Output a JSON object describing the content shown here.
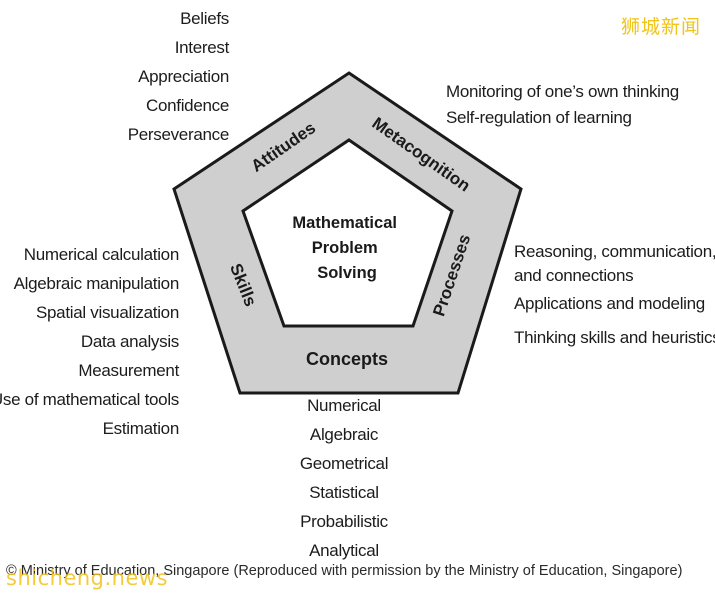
{
  "center_label": [
    "Mathematical",
    "Problem",
    "Solving"
  ],
  "sides": {
    "attitudes": "Attitudes",
    "metacognition": "Metacognition",
    "processes": "Processes",
    "concepts": "Concepts",
    "skills": "Skills"
  },
  "lists": {
    "attitudes": [
      "Beliefs",
      "Interest",
      "Appreciation",
      "Confidence",
      "Perseverance"
    ],
    "metacognition": [
      "Monitoring of one’s own thinking",
      "Self-regulation of learning"
    ],
    "processes": [
      "Reasoning, communication,",
      "and connections",
      "Applications and modeling",
      "Thinking skills and heuristics"
    ],
    "concepts": [
      "Numerical",
      "Algebraic",
      "Geometrical",
      "Statistical",
      "Probabilistic",
      "Analytical"
    ],
    "skills": [
      "Numerical calculation",
      "Algebraic manipulation",
      "Spatial visualization",
      "Data analysis",
      "Measurement",
      "Use of mathematical tools",
      "Estimation"
    ]
  },
  "footer": {
    "credit": "© Ministry of Education, Singapore (Reproduced with permission by the Ministry of Education, Singapore)",
    "watermark_en": "shicheng.news",
    "watermark_cn": "狮城新闻"
  },
  "colors": {
    "pentagon_fill": "#cfcfcf",
    "stroke": "#1a1a1a",
    "inner_fill": "#ffffff",
    "watermark": "#f0c419"
  }
}
